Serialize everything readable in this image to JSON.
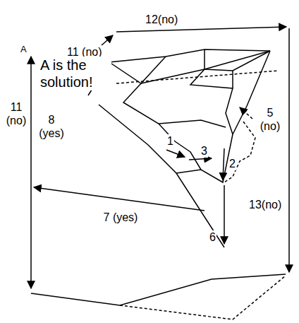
{
  "diagram": {
    "labels": [
      "12(no)",
      "11 (no)",
      "A is the solution!",
      "A",
      "11 (no)",
      "8 (yes)",
      "1",
      "3",
      "2",
      "5 (no)",
      "6",
      "7 (yes)",
      "13(no)"
    ]
  }
}
